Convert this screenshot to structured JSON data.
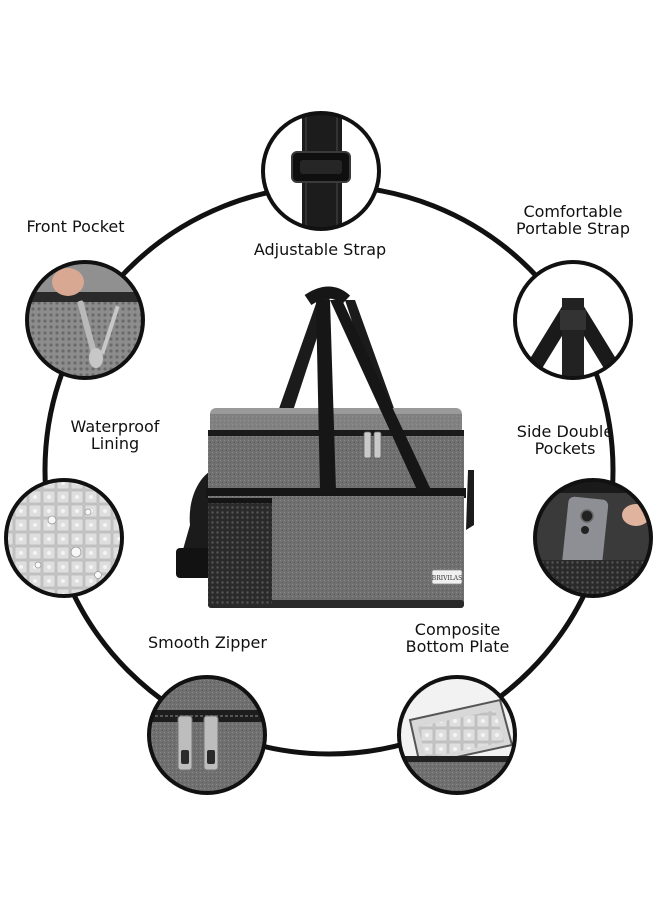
{
  "features": {
    "adjustable_strap": "Adjustable Strap",
    "comfortable_strap": "Comfortable\nPortable Strap",
    "front_pocket": "Front Pocket",
    "side_pockets": "Side Double\nPockets",
    "waterproof_lining": "Waterproof\nLining",
    "smooth_zipper": "Smooth Zipper",
    "bottom_plate": "Composite\nBottom Plate"
  },
  "product": {
    "brand_tag": "BRIVILAS"
  },
  "colors": {
    "ring": "#111111",
    "bag_gray": "#6f6f6f",
    "strap_black": "#1a1a1a",
    "background": "#ffffff"
  }
}
